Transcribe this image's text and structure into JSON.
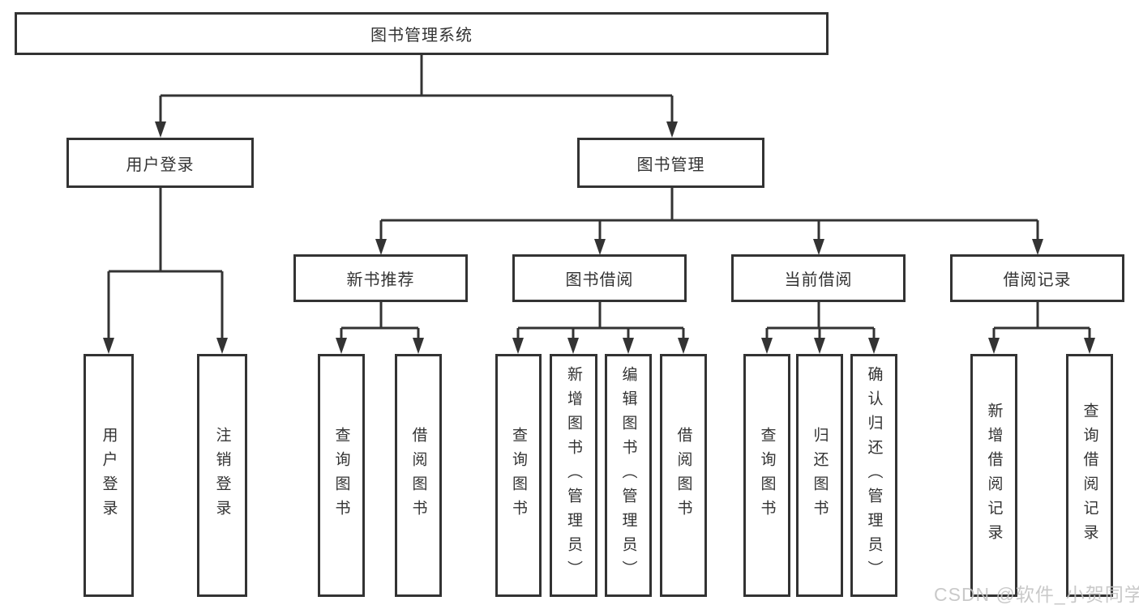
{
  "diagram": {
    "root": "图书管理系统",
    "user_login": {
      "label": "用户登录",
      "leaves": [
        "用户登录",
        "注销登录"
      ]
    },
    "book_management": {
      "label": "图书管理",
      "sections": [
        {
          "label": "新书推荐",
          "leaves": [
            "查询图书",
            "借阅图书"
          ]
        },
        {
          "label": "图书借阅",
          "leaves": [
            "查询图书",
            "新增图书（管理员）",
            "编辑图书（管理员）",
            "借阅图书"
          ]
        },
        {
          "label": "当前借阅",
          "leaves": [
            "查询图书",
            "归还图书",
            "确认归还（管理员）"
          ]
        },
        {
          "label": "借阅记录",
          "leaves": [
            "新增借阅记录",
            "查询借阅记录"
          ]
        }
      ]
    }
  },
  "watermark": "CSDN @软件_小贺同学",
  "colors": {
    "line": "#333333",
    "text": "#333333",
    "background": "#ffffff",
    "watermark": "#c4c4c4"
  }
}
